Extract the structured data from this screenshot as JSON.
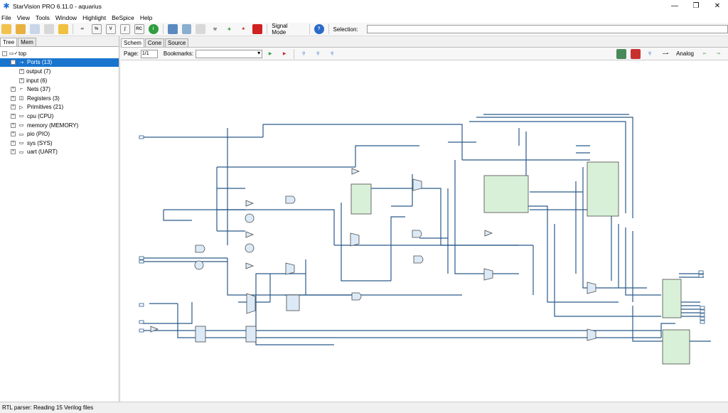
{
  "window": {
    "title": "StarVision PRO 6.11.0 - aquarius"
  },
  "menu": [
    "File",
    "View",
    "Tools",
    "Window",
    "Highlight",
    "BeSpice",
    "Help"
  ],
  "toolbar": {
    "signal_mode_label": "Signal Mode",
    "selection_label": "Selection:",
    "selection_value": ""
  },
  "left_tabs": [
    "Tree",
    "Mem"
  ],
  "tree": [
    {
      "label": "top",
      "level": 0,
      "expander": "-",
      "icon": "▭✓"
    },
    {
      "label": "Ports (13)",
      "level": 1,
      "expander": "-",
      "icon": "⇢",
      "selected": true
    },
    {
      "label": "output (7)",
      "level": 2,
      "expander": "+",
      "icon": ""
    },
    {
      "label": "input (6)",
      "level": 2,
      "expander": "+",
      "icon": ""
    },
    {
      "label": "Nets (37)",
      "level": 1,
      "expander": "+",
      "icon": "⌐"
    },
    {
      "label": "Registers (3)",
      "level": 1,
      "expander": "+",
      "icon": "◫"
    },
    {
      "label": "Primitives (21)",
      "level": 1,
      "expander": "+",
      "icon": "▷"
    },
    {
      "label": "cpu (CPU)",
      "level": 1,
      "expander": "+",
      "icon": "▭"
    },
    {
      "label": "memory (MEMORY)",
      "level": 1,
      "expander": "+",
      "icon": "▭"
    },
    {
      "label": "pio (PIO)",
      "level": 1,
      "expander": "+",
      "icon": "▭"
    },
    {
      "label": "sys (SYS)",
      "level": 1,
      "expander": "+",
      "icon": "▭"
    },
    {
      "label": "uart (UART)",
      "level": 1,
      "expander": "+",
      "icon": "▭"
    }
  ],
  "right_tabs": [
    "Schem",
    "Cone",
    "Source"
  ],
  "schem_toolbar": {
    "page_label": "Page:",
    "page_value": "1/1",
    "bookmarks_label": "Bookmarks:",
    "analog_label": "Analog"
  },
  "status": {
    "text": "RTL parser: Reading 15 Verilog files"
  },
  "colors": {
    "selection": "#1874cd",
    "wire": "#2a5a8a",
    "module_fill": "#d8f0d8"
  }
}
